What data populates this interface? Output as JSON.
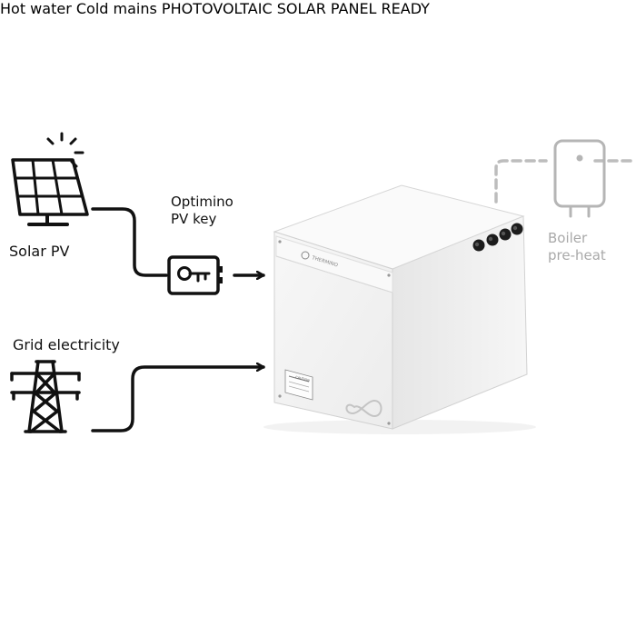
{
  "labels": {
    "solar_pv": "Solar PV",
    "optimino_line1": "Optimino",
    "optimino_line2": "PV key",
    "grid": "Grid electricity",
    "boiler_line1": "Boiler",
    "boiler_line2": "pre-heat",
    "hot_water": "Hot water",
    "cold_mains": "Cold mains"
  },
  "unit": {
    "brand": "THERMINO",
    "caution": "CAUTION"
  },
  "badge": {
    "top_text": "PHOTOVOLTAIC",
    "bottom_text": "SOLAR PANEL READY"
  },
  "colors": {
    "line": "#111111",
    "dashed_grey": "#bdbdbd",
    "badge_green": "#1a9a72",
    "unit_body": "#f3f3f3"
  },
  "icons": [
    "solar-panel-icon",
    "pv-key-icon",
    "pylon-icon",
    "boiler-icon",
    "shower-icon",
    "infinity-logo-icon"
  ]
}
